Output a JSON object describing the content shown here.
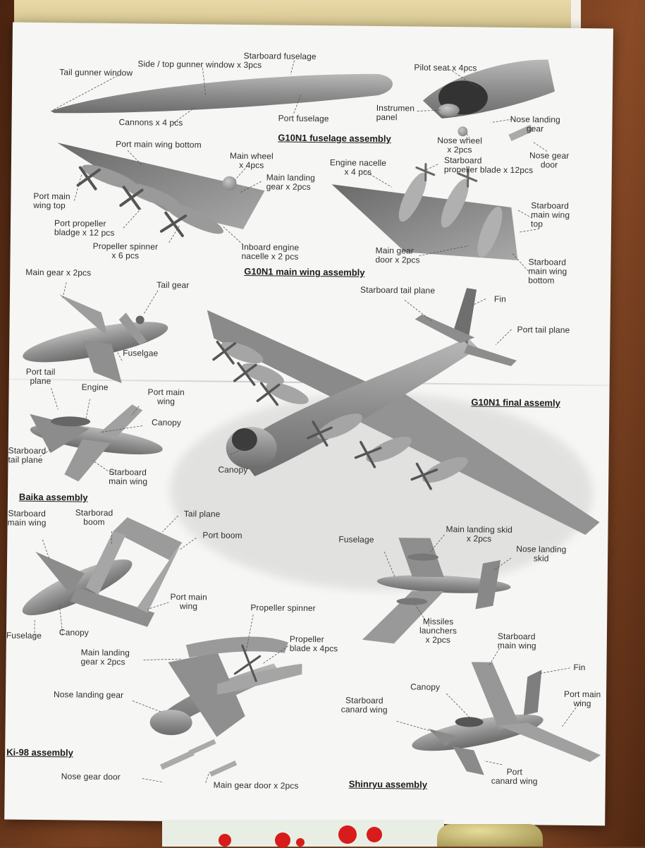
{
  "assemblies": {
    "g10n1_fuselage": {
      "title": "G10N1 fuselage assembly",
      "labels": {
        "starboard_fuselage": "Starboard fuselage",
        "side_top_gunner": "Side / top gunner window x 3pcs",
        "tail_gunner": "Tail gunner window",
        "cannons": "Cannons x 4 pcs",
        "port_fuselage": "Port fuselage",
        "pilot_seat": "Pilot seat x 4pcs",
        "instrument_panel": "Instrumen\npanel",
        "nose_landing_gear": "Nose landing\ngear",
        "nose_wheel": "Nose wheel\nx 2pcs",
        "nose_gear_door": "Nose gear\ndoor"
      }
    },
    "g10n1_main_wing": {
      "title": "G10N1 main wing assembly",
      "labels": {
        "port_main_wing_bottom": "Port main wing bottom",
        "main_wheel": "Main wheel\nx 4pcs",
        "main_landing_gear": "Main landing\ngear x 2pcs",
        "port_main_wing_top": "Port main\nwing top",
        "port_propeller_blade": "Port propeller\nbladge x 12 pcs",
        "propeller_spinner": "Propeller spinner\nx 6 pcs",
        "inboard_engine_nacelle": "Inboard engine\nnacelle x 2 pcs",
        "engine_nacelle": "Engine nacelle\nx 4 pcs",
        "starboard_propeller_blade": "Starboard\npropeller blade x 12pcs",
        "starboard_main_wing_top": "Starboard\nmain wing\ntop",
        "main_gear_door": "Main gear\ndoor x 2pcs",
        "starboard_main_wing_bottom": "Starboard\nmain wing\nbottom"
      }
    },
    "g10n1_final": {
      "title": "G10N1 final assemly",
      "labels": {
        "starboard_tail_plane": "Starboard tail plane",
        "fin": "Fin",
        "port_tail_plane": "Port tail plane",
        "canopy": "Canopy"
      }
    },
    "baika": {
      "title": "Baika assembly",
      "labels": {
        "main_gear": "Main gear x 2pcs",
        "tail_gear": "Tail gear",
        "fuselage": "Fuselgae",
        "port_tail_plane": "Port tail\nplane",
        "engine": "Engine",
        "port_main_wing": "Port main\nwing",
        "canopy": "Canopy",
        "starboard_tail_plane": "Starboard\ntail plane",
        "starboard_main_wing": "Starboard\nmain wing"
      }
    },
    "ki98": {
      "title": "Ki-98 assembly",
      "labels": {
        "starboard_main_wing": "Starboard\nmain wing",
        "starboard_boom": "Starborad\nboom",
        "tail_plane": "Tail plane",
        "port_boom": "Port boom",
        "port_main_wing": "Port main\nwing",
        "fuselage": "Fuselage",
        "canopy": "Canopy",
        "propeller_spinner": "Propeller spinner",
        "propeller_blade": "Propeller\nblade x 4pcs",
        "main_landing_gear": "Main landing\ngear x 2pcs",
        "nose_landing_gear": "Nose landing gear",
        "nose_gear_door": "Nose gear door",
        "main_gear_door": "Main gear door x 2pcs"
      }
    },
    "shinryu": {
      "title": "Shinryu assembly",
      "labels": {
        "fuselage": "Fuselage",
        "main_landing_skid": "Main landing skid\nx 2pcs",
        "nose_landing_skid": "Nose landing\nskid",
        "missiles_launchers": "Missiles\nlaunchers\nx 2pcs",
        "starboard_main_wing": "Starboard\nmain wing",
        "fin": "Fin",
        "canopy": "Canopy",
        "port_main_wing": "Port main\nwing",
        "starboard_canard": "Starboard\ncanard wing",
        "port_canard": "Port\ncanard wing"
      }
    }
  },
  "colors": {
    "part_grey": "#8d8d8d",
    "paper": "#f6f6f4",
    "decal_red": "#d81b1b"
  }
}
